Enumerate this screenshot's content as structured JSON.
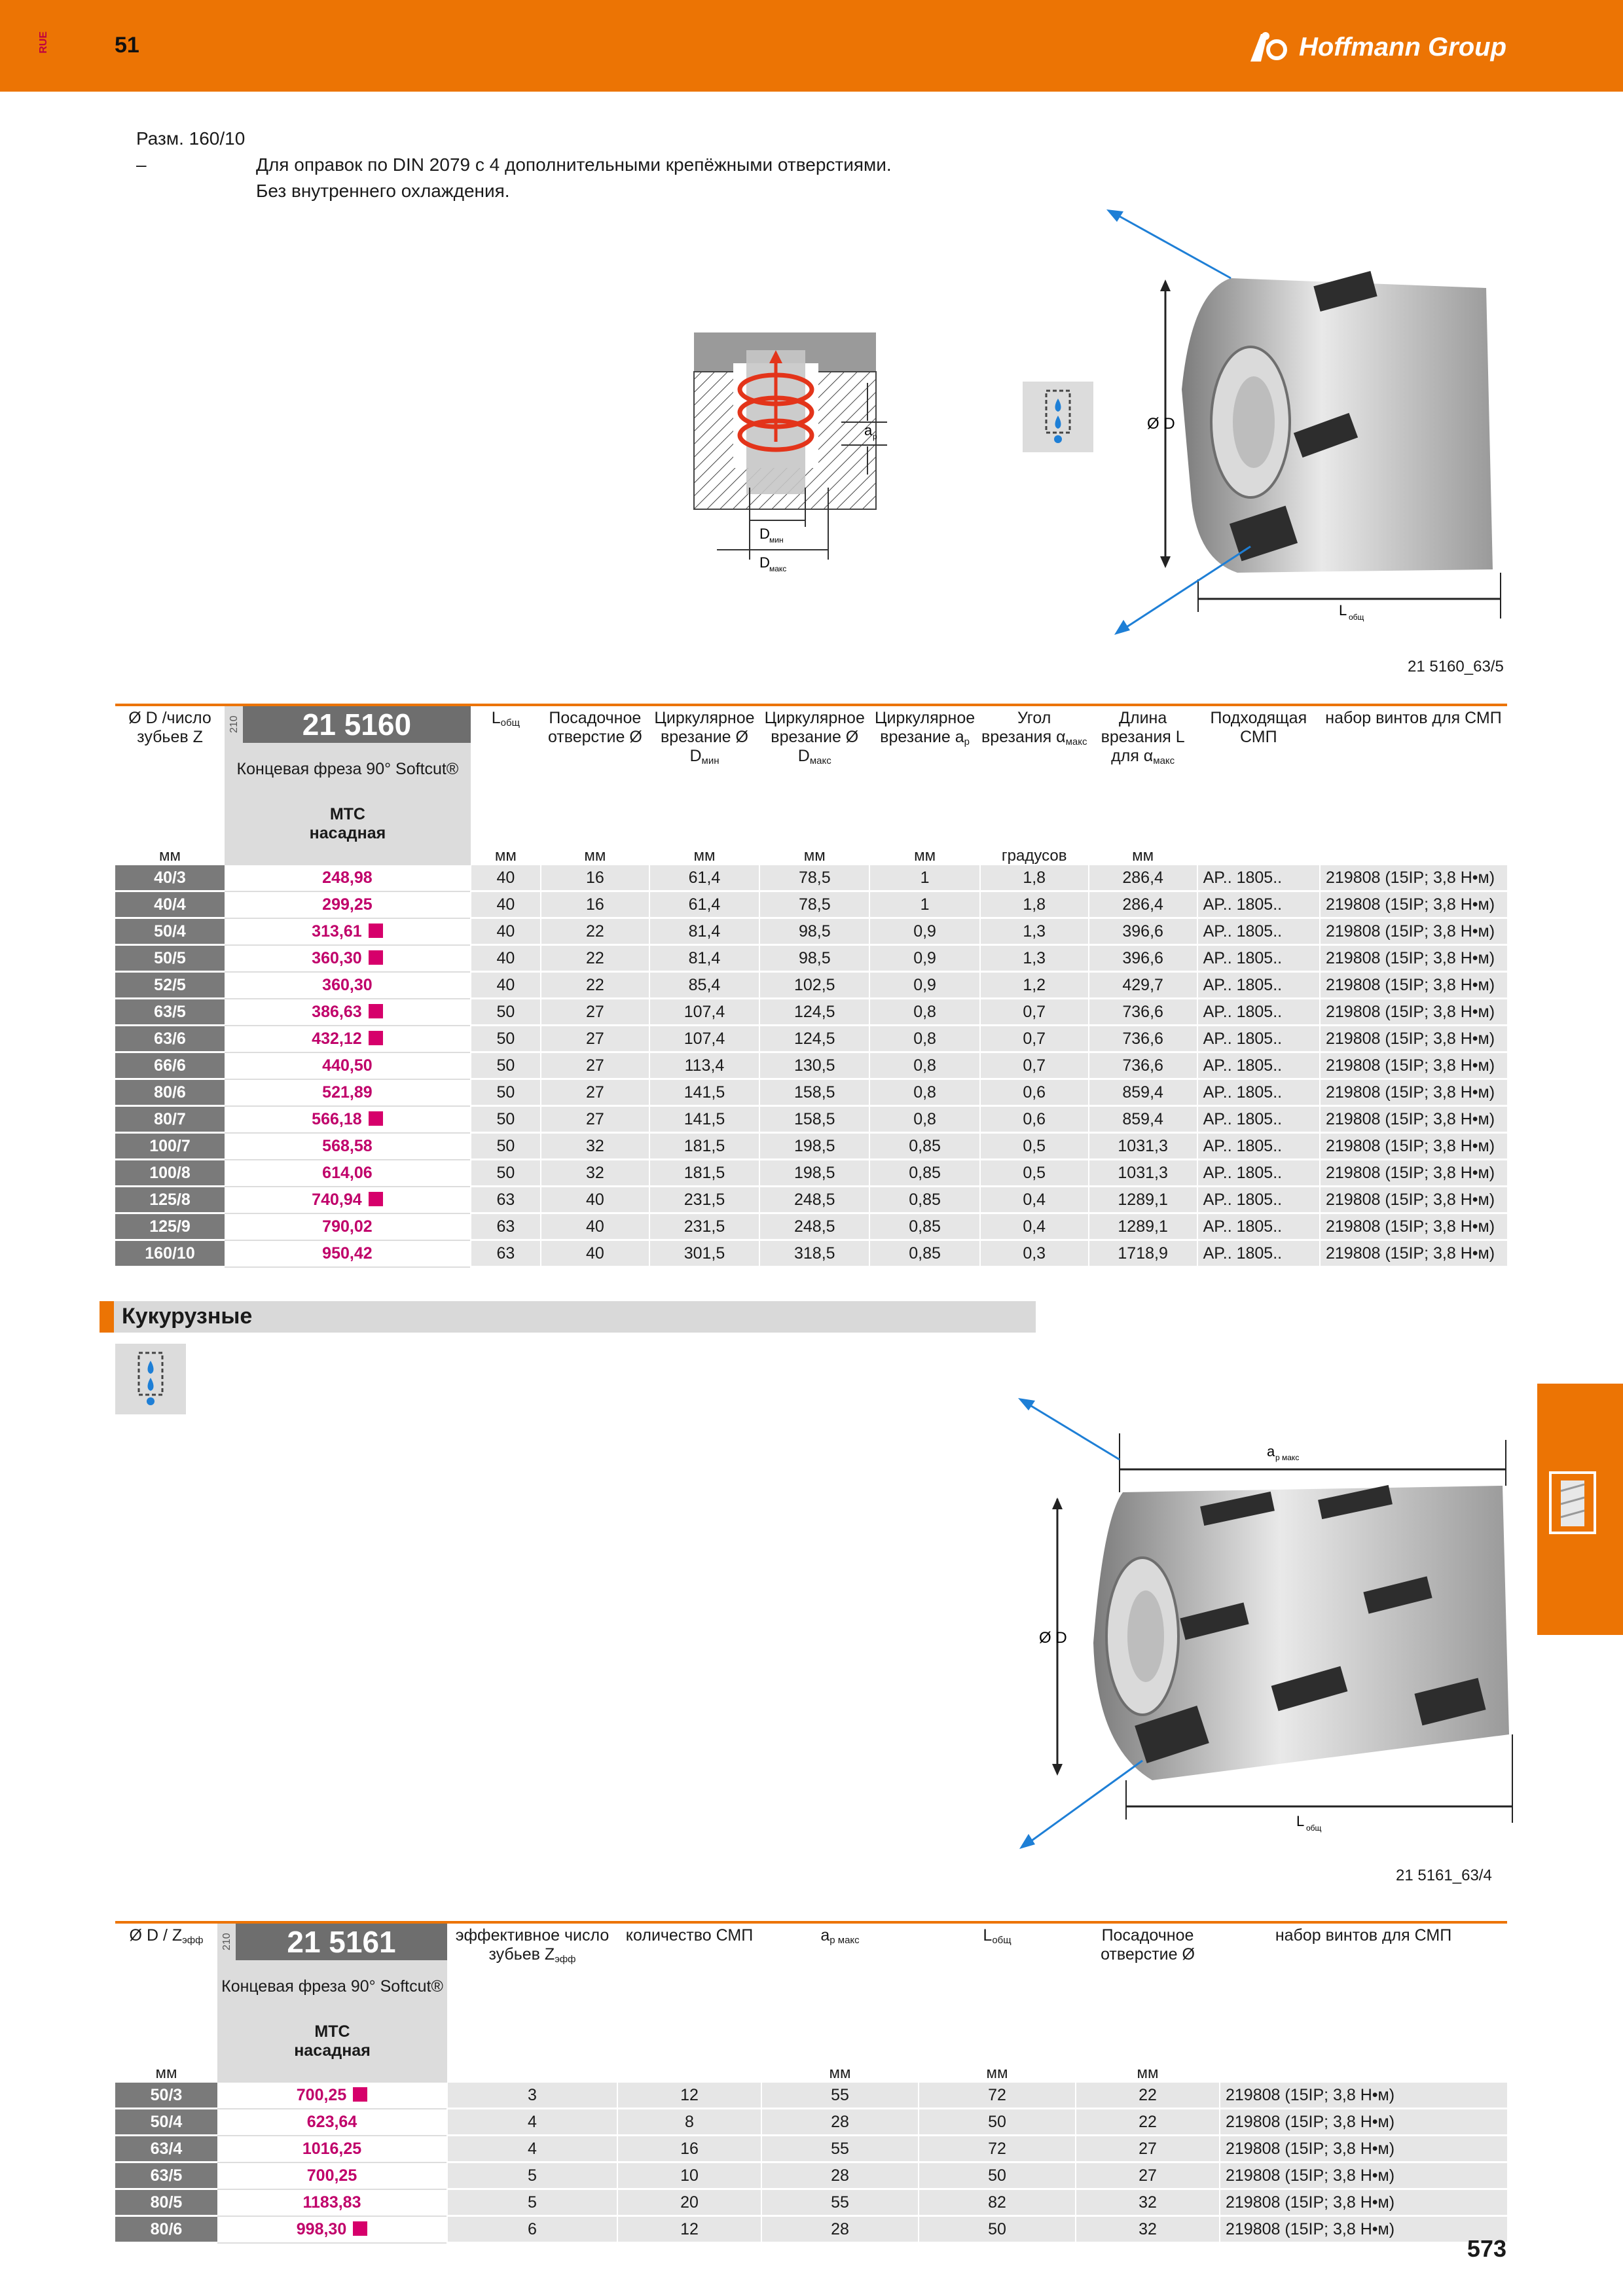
{
  "header": {
    "lang": "RUE",
    "page_left": "51",
    "brand": "Hoffmann Group"
  },
  "intro": {
    "label": "Разм. 160/10 –",
    "line1": "Для оправок по DIN 2079 с 4 дополнительными крепёжными отверстиями.",
    "line2": "Без внутреннего охлаждения."
  },
  "figure1": {
    "ref": "21 5160_63/5",
    "label_d": "Ø D",
    "label_l": "L",
    "label_l_sub": "общ",
    "label_ap": "a",
    "label_ap_sub": "p",
    "label_dmin": "D",
    "label_dmin_sub": "мин",
    "label_dmax": "D",
    "label_dmax_sub": "макс"
  },
  "table1": {
    "col_key": "Ø D /число зубьев Z",
    "col_key_unit": "мм",
    "code": "210",
    "article": "21 5160",
    "desc": "Концевая фреза 90° Softcut®",
    "mount_line1": "MTC",
    "mount_line2": "насадная",
    "headers": [
      {
        "text": "L",
        "sub": "общ",
        "unit": "мм"
      },
      {
        "text": "Посадочное отверстие Ø",
        "sub": "",
        "unit": "мм"
      },
      {
        "text": "Циркулярное врезание Ø D",
        "sub": "мин",
        "unit": "мм"
      },
      {
        "text": "Циркулярное врезание Ø D",
        "sub": "макс",
        "unit": "мм"
      },
      {
        "text": "Циркулярное врезание a",
        "sub": "p",
        "unit": "мм"
      },
      {
        "text": "Угол врезания α",
        "sub": "макс",
        "unit": "градусов"
      },
      {
        "text": "Длина врезания L для α",
        "sub": "макс",
        "unit": "мм"
      },
      {
        "text": "Подходящая СМП",
        "sub": "",
        "unit": ""
      },
      {
        "text": "набор винтов для СМП",
        "sub": "",
        "unit": ""
      }
    ],
    "rows": [
      {
        "key": "40/3",
        "price": "248,98",
        "flag": false,
        "v": [
          "40",
          "16",
          "61,4",
          "78,5",
          "1",
          "1,8",
          "286,4",
          "AP.. 1805..",
          "219808 (15IP; 3,8 Н•м)"
        ]
      },
      {
        "key": "40/4",
        "price": "299,25",
        "flag": false,
        "v": [
          "40",
          "16",
          "61,4",
          "78,5",
          "1",
          "1,8",
          "286,4",
          "AP.. 1805..",
          "219808 (15IP; 3,8 Н•м)"
        ]
      },
      {
        "key": "50/4",
        "price": "313,61",
        "flag": true,
        "v": [
          "40",
          "22",
          "81,4",
          "98,5",
          "0,9",
          "1,3",
          "396,6",
          "AP.. 1805..",
          "219808 (15IP; 3,8 Н•м)"
        ]
      },
      {
        "key": "50/5",
        "price": "360,30",
        "flag": true,
        "v": [
          "40",
          "22",
          "81,4",
          "98,5",
          "0,9",
          "1,3",
          "396,6",
          "AP.. 1805..",
          "219808 (15IP; 3,8 Н•м)"
        ]
      },
      {
        "key": "52/5",
        "price": "360,30",
        "flag": false,
        "v": [
          "40",
          "22",
          "85,4",
          "102,5",
          "0,9",
          "1,2",
          "429,7",
          "AP.. 1805..",
          "219808 (15IP; 3,8 Н•м)"
        ]
      },
      {
        "key": "63/5",
        "price": "386,63",
        "flag": true,
        "v": [
          "50",
          "27",
          "107,4",
          "124,5",
          "0,8",
          "0,7",
          "736,6",
          "AP.. 1805..",
          "219808 (15IP; 3,8 Н•м)"
        ]
      },
      {
        "key": "63/6",
        "price": "432,12",
        "flag": true,
        "v": [
          "50",
          "27",
          "107,4",
          "124,5",
          "0,8",
          "0,7",
          "736,6",
          "AP.. 1805..",
          "219808 (15IP; 3,8 Н•м)"
        ]
      },
      {
        "key": "66/6",
        "price": "440,50",
        "flag": false,
        "v": [
          "50",
          "27",
          "113,4",
          "130,5",
          "0,8",
          "0,7",
          "736,6",
          "AP.. 1805..",
          "219808 (15IP; 3,8 Н•м)"
        ]
      },
      {
        "key": "80/6",
        "price": "521,89",
        "flag": false,
        "v": [
          "50",
          "27",
          "141,5",
          "158,5",
          "0,8",
          "0,6",
          "859,4",
          "AP.. 1805..",
          "219808 (15IP; 3,8 Н•м)"
        ]
      },
      {
        "key": "80/7",
        "price": "566,18",
        "flag": true,
        "v": [
          "50",
          "27",
          "141,5",
          "158,5",
          "0,8",
          "0,6",
          "859,4",
          "AP.. 1805..",
          "219808 (15IP; 3,8 Н•м)"
        ]
      },
      {
        "key": "100/7",
        "price": "568,58",
        "flag": false,
        "v": [
          "50",
          "32",
          "181,5",
          "198,5",
          "0,85",
          "0,5",
          "1031,3",
          "AP.. 1805..",
          "219808 (15IP; 3,8 Н•м)"
        ]
      },
      {
        "key": "100/8",
        "price": "614,06",
        "flag": false,
        "v": [
          "50",
          "32",
          "181,5",
          "198,5",
          "0,85",
          "0,5",
          "1031,3",
          "AP.. 1805..",
          "219808 (15IP; 3,8 Н•м)"
        ]
      },
      {
        "key": "125/8",
        "price": "740,94",
        "flag": true,
        "v": [
          "63",
          "40",
          "231,5",
          "248,5",
          "0,85",
          "0,4",
          "1289,1",
          "AP.. 1805..",
          "219808 (15IP; 3,8 Н•м)"
        ]
      },
      {
        "key": "125/9",
        "price": "790,02",
        "flag": false,
        "v": [
          "63",
          "40",
          "231,5",
          "248,5",
          "0,85",
          "0,4",
          "1289,1",
          "AP.. 1805..",
          "219808 (15IP; 3,8 Н•м)"
        ]
      },
      {
        "key": "160/10",
        "price": "950,42",
        "flag": false,
        "v": [
          "63",
          "40",
          "301,5",
          "318,5",
          "0,85",
          "0,3",
          "1718,9",
          "AP.. 1805..",
          "219808 (15IP; 3,8 Н•м)"
        ]
      }
    ]
  },
  "section": {
    "title": "Кукурузные"
  },
  "figure2": {
    "ref": "21 5161_63/4",
    "label_d": "Ø D",
    "label_ap": "a",
    "label_ap_sub": "p макс",
    "label_l": "L",
    "label_l_sub": "общ"
  },
  "table2": {
    "col_key": "Ø D / Z",
    "col_key_sub": "эфф",
    "col_key_unit": "мм",
    "code": "210",
    "article": "21 5161",
    "desc": "Концевая фреза 90° Softcut®",
    "mount_line1": "MTC",
    "mount_line2": "насадная",
    "headers": [
      {
        "text": "эффективное число зубьев Z",
        "sub": "эфф",
        "unit": ""
      },
      {
        "text": "количество СМП",
        "sub": "",
        "unit": ""
      },
      {
        "text": "a",
        "sub": "p макс",
        "unit": "мм"
      },
      {
        "text": "L",
        "sub": "общ",
        "unit": "мм"
      },
      {
        "text": "Посадочное отверстие Ø",
        "sub": "",
        "unit": "мм"
      },
      {
        "text": "набор винтов для СМП",
        "sub": "",
        "unit": ""
      }
    ],
    "rows": [
      {
        "key": "50/3",
        "price": "700,25",
        "flag": true,
        "v": [
          "3",
          "12",
          "55",
          "72",
          "22",
          "219808 (15IP; 3,8 Н•м)"
        ]
      },
      {
        "key": "50/4",
        "price": "623,64",
        "flag": false,
        "v": [
          "4",
          "8",
          "28",
          "50",
          "22",
          "219808 (15IP; 3,8 Н•м)"
        ]
      },
      {
        "key": "63/4",
        "price": "1016,25",
        "flag": false,
        "v": [
          "4",
          "16",
          "55",
          "72",
          "27",
          "219808 (15IP; 3,8 Н•м)"
        ]
      },
      {
        "key": "63/5",
        "price": "700,25",
        "flag": false,
        "v": [
          "5",
          "10",
          "28",
          "50",
          "27",
          "219808 (15IP; 3,8 Н•м)"
        ]
      },
      {
        "key": "80/5",
        "price": "1183,83",
        "flag": false,
        "v": [
          "5",
          "20",
          "55",
          "82",
          "32",
          "219808 (15IP; 3,8 Н•м)"
        ]
      },
      {
        "key": "80/6",
        "price": "998,30",
        "flag": true,
        "v": [
          "6",
          "12",
          "28",
          "50",
          "32",
          "219808 (15IP; 3,8 Н•м)"
        ]
      }
    ]
  },
  "footer": {
    "page_right": "573"
  }
}
